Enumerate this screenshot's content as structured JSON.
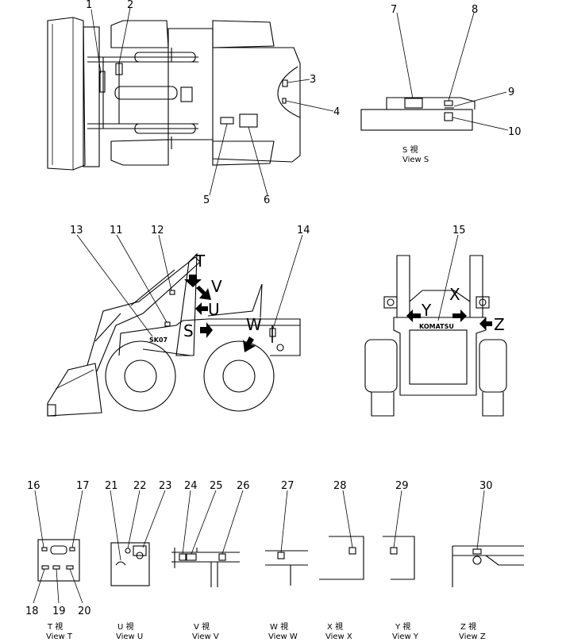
{
  "callouts": [
    "1",
    "2",
    "3",
    "4",
    "5",
    "6",
    "7",
    "8",
    "9",
    "10",
    "11",
    "12",
    "13",
    "14",
    "15",
    "16",
    "17",
    "18",
    "19",
    "20",
    "21",
    "22",
    "23",
    "24",
    "25",
    "26",
    "27",
    "28",
    "29",
    "30"
  ],
  "view_letters": {
    "t": "T",
    "v": "V",
    "u": "U",
    "s": "S",
    "w": "W",
    "x": "X",
    "y": "Y",
    "z": "Z"
  },
  "side_decal_text": "SK07",
  "rear_logo_text": "KOMATSU",
  "view_labels": {
    "s": {
      "kanji": "S 視",
      "english": "View S"
    },
    "t": {
      "kanji": "T 視",
      "english": "View T"
    },
    "u": {
      "kanji": "U 視",
      "english": "View U"
    },
    "v": {
      "kanji": "V 視",
      "english": "View V"
    },
    "w": {
      "kanji": "W 視",
      "english": "View W"
    },
    "x": {
      "kanji": "X 視",
      "english": "View X"
    },
    "y": {
      "kanji": "Y 視",
      "english": "View Y"
    },
    "z": {
      "kanji": "Z 視",
      "english": "View Z"
    }
  }
}
